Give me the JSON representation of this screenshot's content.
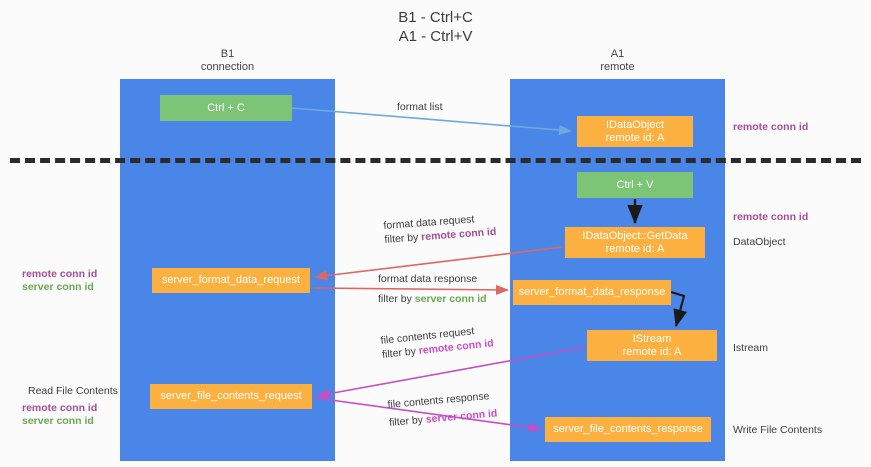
{
  "title": {
    "line1": "B1 - Ctrl+C",
    "line2": "A1 - Ctrl+V"
  },
  "lanes": [
    {
      "name": "b1",
      "title": "B1",
      "subtitle": "connection"
    },
    {
      "name": "a1",
      "title": "A1",
      "subtitle": "remote"
    }
  ],
  "nodes": [
    {
      "id": "ctrl-c",
      "line1": "Ctrl + C",
      "line2": "",
      "color": "#7cc576"
    },
    {
      "id": "idataobject",
      "line1": "IDataObject",
      "line2": "remote id: A",
      "color": "#fbb040"
    },
    {
      "id": "ctrl-v",
      "line1": "Ctrl + V",
      "line2": "",
      "color": "#7cc576"
    },
    {
      "id": "getdata",
      "line1": "IDataObject::GetData",
      "line2": "remote id: A",
      "color": "#fbb040"
    },
    {
      "id": "server-format-data-request",
      "line1": "server_format_data_request",
      "line2": "",
      "color": "#fbb040"
    },
    {
      "id": "server-format-data-response",
      "line1": "server_format_data_response",
      "line2": "",
      "color": "#fbb040"
    },
    {
      "id": "istream",
      "line1": "IStream",
      "line2": "remote id: A",
      "color": "#fbb040"
    },
    {
      "id": "server-file-contents-request",
      "line1": "server_file_contents_request",
      "line2": "",
      "color": "#fbb040"
    },
    {
      "id": "server-file-contents-response",
      "line1": "server_file_contents_response",
      "line2": "",
      "color": "#fbb040"
    }
  ],
  "edge_labels": {
    "format_list": "format list",
    "format_data_request": "format data request",
    "format_data_request_filter_prefix": "filter by ",
    "format_data_request_filter_key": "remote conn id",
    "format_data_response": "format data response",
    "format_data_response_filter_prefix": "filter by ",
    "format_data_response_filter_key": "server conn id",
    "file_contents_request": "file contents request",
    "file_contents_request_filter_prefix": "filter by ",
    "file_contents_request_filter_key": "remote conn id",
    "file_contents_response": "file contents response",
    "file_contents_response_filter_prefix": "filter by ",
    "file_contents_response_filter_key": "server conn id"
  },
  "annotations": {
    "right_remote_conn_id_top": "remote conn id",
    "right_remote_conn_id_mid": "remote conn id",
    "right_dataobject": "DataObject",
    "right_istream": "Istream",
    "right_write_file_contents": "Write File Contents",
    "left_remote_conn_id": "remote conn id",
    "left_server_conn_id": "server conn id",
    "left_read_file_contents": "Read File Contents",
    "left_remote_conn_id_2": "remote conn id",
    "left_server_conn_id_2": "server conn id"
  },
  "colors": {
    "lane": "#4a86e8",
    "node_green": "#7cc576",
    "node_orange": "#fbb040",
    "accent_purple": "#a64d9a",
    "accent_green": "#6aa84f",
    "arrow_blue": "#6fa8dc",
    "arrow_red": "#e06666",
    "arrow_magenta": "#c54fc5",
    "arrow_black": "#1a1a1a",
    "divider": "#2b2b2b",
    "background": "#fbfbfb"
  }
}
